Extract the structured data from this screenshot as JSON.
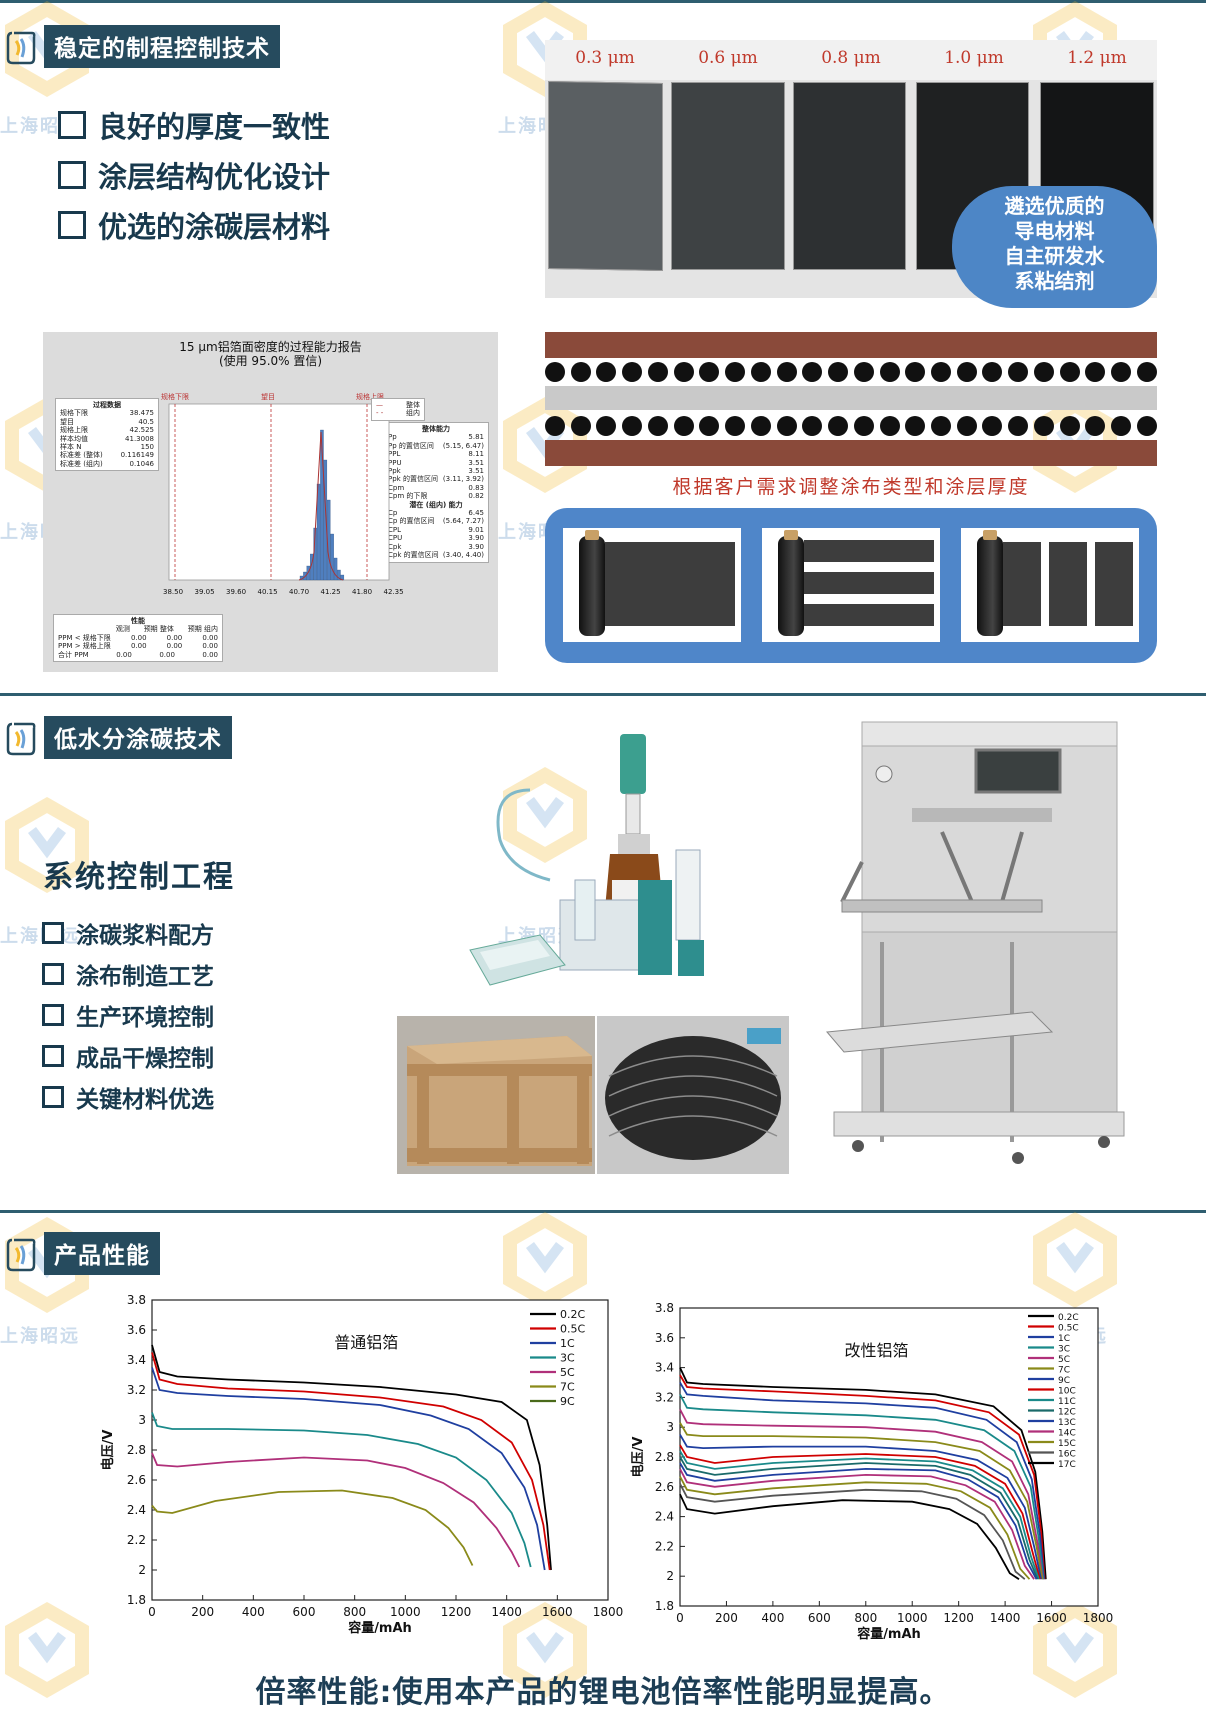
{
  "section1": {
    "title": "稳定的制程控制技术",
    "checklist": [
      "良好的厚度一致性",
      "涂层结构优化设计",
      "优选的涂碳层材料"
    ],
    "thickness_labels": [
      "0.3 μm",
      "0.6 μm",
      "0.8 μm",
      "1.0 μm",
      "1.2 μm"
    ],
    "bubble_lines": [
      "遴选优质的",
      "导电材料",
      "自主研发水",
      "系粘结剂"
    ],
    "coating_caption": "根据客户需求调整涂布类型和涂层厚度",
    "report": {
      "title": "15 μm铝箔面密度的过程能力报告",
      "subtitle": "(使用 95.0% 置信)",
      "spec_labels": [
        "规格下限",
        "望目",
        "规格上限"
      ],
      "legend": [
        "整体",
        "组内"
      ],
      "process_data_head": "过程数据",
      "process_data": [
        [
          "规格下限",
          "38.475"
        ],
        [
          "望目",
          "40.5"
        ],
        [
          "规格上限",
          "42.525"
        ],
        [
          "样本均值",
          "41.3008"
        ],
        [
          "样本 N",
          "150"
        ],
        [
          "标准差 (整体)",
          "0.116149"
        ],
        [
          "标准差 (组内)",
          "0.1046"
        ]
      ],
      "overall_head": "整体能力",
      "overall": [
        [
          "Pp",
          "5.81"
        ],
        [
          "Pp 的置信区间",
          "(5.15, 6.47)"
        ],
        [
          "PPL",
          "8.11"
        ],
        [
          "PPU",
          "3.51"
        ],
        [
          "Ppk",
          "3.51"
        ],
        [
          "Ppk 的置信区间",
          "(3.11, 3.92)"
        ],
        [
          "Cpm",
          "0.83"
        ],
        [
          "Cpm 的下限",
          "0.82"
        ]
      ],
      "within_head": "潜在 (组内) 能力",
      "within": [
        [
          "Cp",
          "6.45"
        ],
        [
          "Cp 的置信区间",
          "(5.64, 7.27)"
        ],
        [
          "CPL",
          "9.01"
        ],
        [
          "CPU",
          "3.90"
        ],
        [
          "Cpk",
          "3.90"
        ],
        [
          "Cpk 的置信区间",
          "(3.40, 4.40)"
        ]
      ],
      "perf_head": "性能",
      "perf_cols": [
        "观测",
        "预期 整体",
        "预期 组内"
      ],
      "perf_rows": [
        [
          "PPM < 规格下限",
          "0.00",
          "0.00",
          "0.00"
        ],
        [
          "PPM > 规格上限",
          "0.00",
          "0.00",
          "0.00"
        ],
        [
          "合计 PPM",
          "0.00",
          "0.00",
          "0.00"
        ]
      ],
      "xticks": [
        "38.50",
        "39.05",
        "39.60",
        "40.15",
        "40.70",
        "41.25",
        "41.80",
        "42.35"
      ]
    }
  },
  "section2": {
    "title": "低水分涂碳技术",
    "subtitle": "系统控制工程",
    "checklist": [
      "涂碳浆料配方",
      "涂布制造工艺",
      "生产环境控制",
      "成品干燥控制",
      "关键材料优选"
    ]
  },
  "section3": {
    "title": "产品性能",
    "footer": "倍率性能:使用本产品的锂电池倍率性能明显提高。"
  },
  "watermark": "上海昭远",
  "colors": {
    "accent": "#264b5e",
    "caption_red": "#c0392b",
    "bubble_blue": "#4d86c6"
  },
  "chart_data": [
    {
      "type": "line",
      "title": "普通铝箔",
      "xlabel": "容量/mAh",
      "ylabel": "电压/V",
      "xlim": [
        0,
        1800
      ],
      "ylim": [
        1.8,
        3.8
      ],
      "xticks": [
        0,
        200,
        400,
        600,
        800,
        1000,
        1200,
        1400,
        1600,
        1800
      ],
      "yticks": [
        1.8,
        2.0,
        2.2,
        2.4,
        2.6,
        2.8,
        3.0,
        3.2,
        3.4,
        3.6,
        3.8
      ],
      "legend": "top-right",
      "series": [
        {
          "name": "0.2C",
          "color": "#000000",
          "x": [
            0,
            30,
            100,
            300,
            600,
            900,
            1200,
            1380,
            1480,
            1530,
            1560,
            1575
          ],
          "y": [
            3.5,
            3.32,
            3.29,
            3.27,
            3.25,
            3.22,
            3.17,
            3.12,
            3.0,
            2.7,
            2.3,
            2.0
          ]
        },
        {
          "name": "0.5C",
          "color": "#d00000",
          "x": [
            0,
            30,
            100,
            300,
            600,
            900,
            1150,
            1300,
            1420,
            1500,
            1545,
            1570
          ],
          "y": [
            3.45,
            3.27,
            3.24,
            3.21,
            3.19,
            3.15,
            3.09,
            3.0,
            2.85,
            2.6,
            2.3,
            2.0
          ]
        },
        {
          "name": "1C",
          "color": "#1f3fa0",
          "x": [
            0,
            30,
            100,
            300,
            600,
            900,
            1100,
            1250,
            1380,
            1470,
            1520,
            1550
          ],
          "y": [
            3.35,
            3.2,
            3.18,
            3.16,
            3.14,
            3.1,
            3.03,
            2.94,
            2.78,
            2.55,
            2.3,
            2.0
          ]
        },
        {
          "name": "3C",
          "color": "#1a8a8a",
          "x": [
            0,
            20,
            80,
            300,
            600,
            850,
            1050,
            1200,
            1320,
            1420,
            1470,
            1495
          ],
          "y": [
            3.05,
            2.96,
            2.94,
            2.94,
            2.93,
            2.9,
            2.84,
            2.75,
            2.6,
            2.38,
            2.18,
            2.02
          ]
        },
        {
          "name": "5C",
          "color": "#b0307a",
          "x": [
            0,
            20,
            100,
            300,
            600,
            850,
            1000,
            1150,
            1270,
            1360,
            1420,
            1450
          ],
          "y": [
            2.78,
            2.7,
            2.69,
            2.72,
            2.75,
            2.73,
            2.68,
            2.58,
            2.45,
            2.28,
            2.12,
            2.02
          ]
        },
        {
          "name": "7C",
          "color": "#8a8a1a",
          "x": [
            0,
            20,
            80,
            250,
            500,
            750,
            950,
            1080,
            1170,
            1230,
            1265
          ],
          "y": [
            2.43,
            2.39,
            2.38,
            2.46,
            2.52,
            2.53,
            2.48,
            2.4,
            2.28,
            2.15,
            2.03
          ]
        },
        {
          "name": "9C",
          "color": "#4a6a1a",
          "x": [],
          "y": []
        }
      ]
    },
    {
      "type": "line",
      "title": "改性铝箔",
      "xlabel": "容量/mAh",
      "ylabel": "电压/V",
      "xlim": [
        0,
        1800
      ],
      "ylim": [
        1.8,
        3.8
      ],
      "xticks": [
        0,
        200,
        400,
        600,
        800,
        1000,
        1200,
        1400,
        1600,
        1800
      ],
      "yticks": [
        1.8,
        2.0,
        2.2,
        2.4,
        2.6,
        2.8,
        3.0,
        3.2,
        3.4,
        3.6,
        3.8
      ],
      "legend": "top-right",
      "series": [
        {
          "name": "0.2C",
          "color": "#000000",
          "x": [
            0,
            30,
            100,
            400,
            800,
            1100,
            1350,
            1470,
            1530,
            1560,
            1575
          ],
          "y": [
            3.4,
            3.3,
            3.29,
            3.27,
            3.25,
            3.22,
            3.14,
            2.98,
            2.7,
            2.3,
            1.98
          ]
        },
        {
          "name": "0.5C",
          "color": "#d00000",
          "x": [
            0,
            30,
            100,
            400,
            800,
            1100,
            1330,
            1460,
            1525,
            1555,
            1570
          ],
          "y": [
            3.35,
            3.27,
            3.26,
            3.24,
            3.21,
            3.18,
            3.1,
            2.95,
            2.68,
            2.3,
            1.98
          ]
        },
        {
          "name": "1C",
          "color": "#1f3fa0",
          "x": [
            0,
            30,
            100,
            400,
            800,
            1100,
            1320,
            1450,
            1515,
            1550,
            1568
          ],
          "y": [
            3.3,
            3.22,
            3.21,
            3.18,
            3.16,
            3.13,
            3.05,
            2.9,
            2.65,
            2.28,
            1.98
          ]
        },
        {
          "name": "3C",
          "color": "#1a8a8a",
          "x": [
            0,
            30,
            100,
            400,
            800,
            1100,
            1310,
            1440,
            1510,
            1545,
            1565
          ],
          "y": [
            3.22,
            3.13,
            3.12,
            3.1,
            3.08,
            3.05,
            2.98,
            2.84,
            2.6,
            2.25,
            1.98
          ]
        },
        {
          "name": "5C",
          "color": "#b0307a",
          "x": [
            0,
            30,
            100,
            400,
            800,
            1100,
            1300,
            1430,
            1500,
            1540,
            1562
          ],
          "y": [
            3.12,
            3.03,
            3.02,
            3.01,
            3.0,
            2.97,
            2.9,
            2.77,
            2.55,
            2.22,
            1.98
          ]
        },
        {
          "name": "7C",
          "color": "#8a8a1a",
          "x": [
            0,
            30,
            100,
            400,
            800,
            1100,
            1290,
            1420,
            1495,
            1535,
            1560
          ],
          "y": [
            3.03,
            2.95,
            2.94,
            2.94,
            2.93,
            2.9,
            2.84,
            2.71,
            2.5,
            2.2,
            1.98
          ]
        },
        {
          "name": "9C",
          "color": "#1f3fa0",
          "x": [
            0,
            30,
            100,
            400,
            800,
            1100,
            1280,
            1410,
            1485,
            1528,
            1555
          ],
          "y": [
            2.95,
            2.87,
            2.86,
            2.87,
            2.87,
            2.84,
            2.78,
            2.66,
            2.46,
            2.18,
            1.98
          ]
        },
        {
          "name": "10C",
          "color": "#d00000",
          "x": [
            0,
            30,
            150,
            400,
            800,
            1100,
            1270,
            1400,
            1475,
            1520,
            1550
          ],
          "y": [
            2.88,
            2.8,
            2.76,
            2.8,
            2.82,
            2.8,
            2.74,
            2.62,
            2.42,
            2.15,
            1.98
          ]
        },
        {
          "name": "11C",
          "color": "#1a8a8a",
          "x": [
            0,
            30,
            150,
            400,
            800,
            1100,
            1260,
            1390,
            1465,
            1512,
            1545
          ],
          "y": [
            2.84,
            2.76,
            2.72,
            2.76,
            2.79,
            2.77,
            2.71,
            2.59,
            2.4,
            2.13,
            1.98
          ]
        },
        {
          "name": "12C",
          "color": "#1a6a6a",
          "x": [
            0,
            30,
            150,
            400,
            800,
            1100,
            1250,
            1380,
            1455,
            1505,
            1540
          ],
          "y": [
            2.8,
            2.72,
            2.68,
            2.72,
            2.76,
            2.74,
            2.68,
            2.56,
            2.37,
            2.11,
            1.98
          ]
        },
        {
          "name": "13C",
          "color": "#1f3fa0",
          "x": [
            0,
            30,
            150,
            400,
            800,
            1100,
            1240,
            1370,
            1445,
            1497,
            1535
          ],
          "y": [
            2.76,
            2.68,
            2.64,
            2.68,
            2.72,
            2.71,
            2.65,
            2.53,
            2.34,
            2.09,
            1.98
          ]
        },
        {
          "name": "14C",
          "color": "#b0307a",
          "x": [
            0,
            30,
            150,
            400,
            800,
            1080,
            1230,
            1355,
            1430,
            1485,
            1525
          ],
          "y": [
            2.72,
            2.63,
            2.6,
            2.64,
            2.68,
            2.67,
            2.61,
            2.5,
            2.31,
            2.07,
            1.98
          ]
        },
        {
          "name": "15C",
          "color": "#8a8a1a",
          "x": [
            0,
            30,
            150,
            400,
            800,
            1060,
            1210,
            1335,
            1410,
            1465,
            1505
          ],
          "y": [
            2.67,
            2.58,
            2.55,
            2.59,
            2.63,
            2.62,
            2.57,
            2.46,
            2.28,
            2.05,
            1.98
          ]
        },
        {
          "name": "16C",
          "color": "#555555",
          "x": [
            0,
            30,
            150,
            400,
            800,
            1040,
            1190,
            1310,
            1390,
            1445,
            1485
          ],
          "y": [
            2.62,
            2.53,
            2.5,
            2.54,
            2.58,
            2.57,
            2.52,
            2.41,
            2.24,
            2.03,
            1.98
          ]
        },
        {
          "name": "17C",
          "color": "#000000",
          "x": [
            0,
            30,
            150,
            400,
            700,
            1000,
            1160,
            1280,
            1360,
            1420,
            1460
          ],
          "y": [
            2.55,
            2.45,
            2.42,
            2.47,
            2.51,
            2.5,
            2.45,
            2.35,
            2.19,
            2.02,
            1.98
          ]
        }
      ]
    }
  ]
}
